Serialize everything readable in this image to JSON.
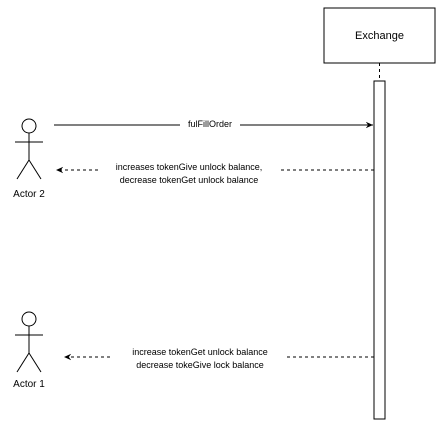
{
  "participants": {
    "exchange": {
      "name": "Exchange"
    },
    "actor2": {
      "name": "Actor 2"
    },
    "actor1": {
      "name": "Actor 1"
    }
  },
  "messages": [
    {
      "from": "Actor 2",
      "to": "Exchange",
      "style": "solid",
      "lines": [
        "fulFillOrder"
      ]
    },
    {
      "from": "Exchange",
      "to": "Actor 2",
      "style": "dashed",
      "lines": [
        "increases tokenGive unlock balance,",
        "decrease tokenGet unlock balance"
      ]
    },
    {
      "from": "Exchange",
      "to": "Actor 1",
      "style": "dashed",
      "lines": [
        "increase tokenGet unlock balance",
        "decrease tokeGive lock balance"
      ]
    }
  ]
}
